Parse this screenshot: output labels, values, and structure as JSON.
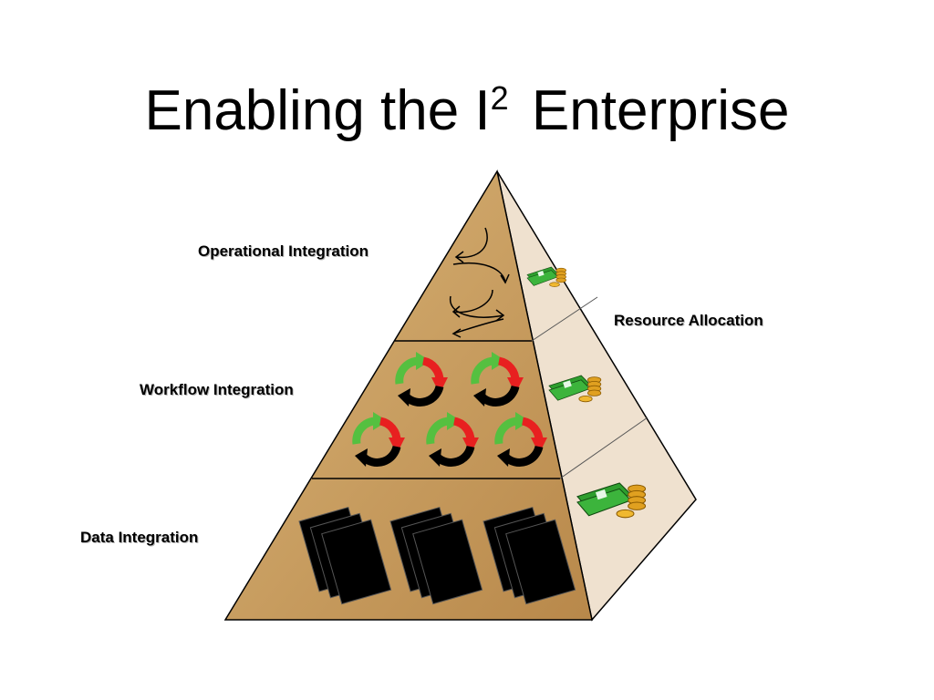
{
  "title": {
    "main": "Enabling the I",
    "superscript": "2",
    "rest": " Enterprise"
  },
  "tiers": {
    "operational": "Operational Integration",
    "workflow": "Workflow Integration",
    "data": "Data Integration"
  },
  "side_label": "Resource Allocation",
  "colors": {
    "front_face": "#c9a062",
    "side_face": "#efe1cf",
    "money_green": "#2e9e2e",
    "coin_gold": "#e0a020",
    "cycle_red": "#e82020",
    "cycle_green": "#55c040"
  },
  "icons": {
    "tier1": "curved-arrows-icon",
    "tier2": "recycle-cycle-icon",
    "tier3": "document-stack-icon",
    "side": "money-and-coins-icon"
  }
}
